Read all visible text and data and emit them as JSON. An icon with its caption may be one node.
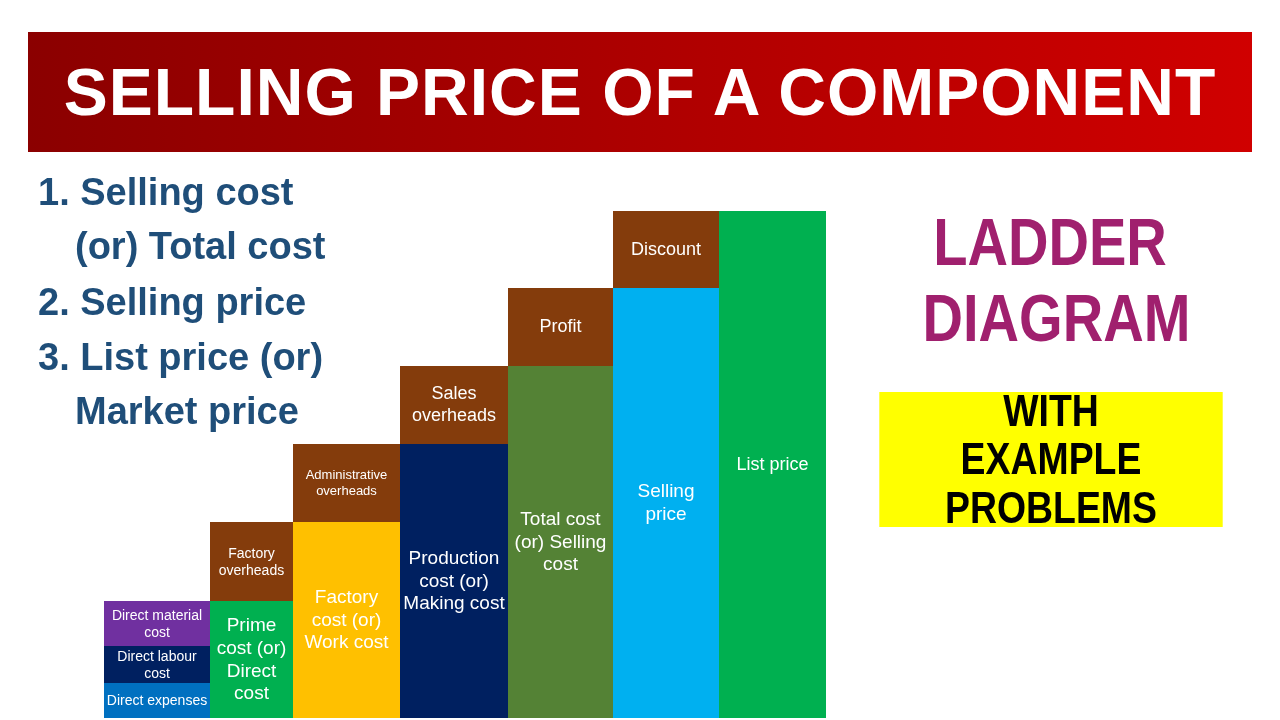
{
  "diagram": {
    "title": "SELLING PRICE OF A COMPONENT",
    "nodes": [
      {
        "text": [
          "Direct material cost"
        ]
      },
      {
        "text": [
          "Direct labour cost"
        ]
      },
      {
        "text": [
          "Direct expenses"
        ]
      },
      {
        "text": [
          "Factory overheads"
        ]
      },
      {
        "text": [
          "Prime cost (or) Direct cost"
        ]
      },
      {
        "text": [
          "Administrative overheads"
        ]
      },
      {
        "text": [
          "Factory cost (or) Work cost"
        ]
      },
      {
        "text": [
          "Sales overheads"
        ]
      },
      {
        "text": [
          "Production cost (or) Making cost"
        ]
      },
      {
        "text": [
          "Profit"
        ]
      },
      {
        "text": [
          "Total cost (or) Selling cost"
        ]
      },
      {
        "text": [
          "Discount"
        ]
      },
      {
        "text": [
          "Selling price"
        ]
      },
      {
        "text": [
          "List price"
        ]
      },
      {
        "text": [
          "WITH EXAMPLE PROBLEMS"
        ]
      }
    ],
    "edges": [],
    "labels": [
      "1. Selling cost (or) Total cost",
      "2. Selling price",
      "3. List price (or) Market price",
      "LADDER DIAGRAM"
    ]
  }
}
